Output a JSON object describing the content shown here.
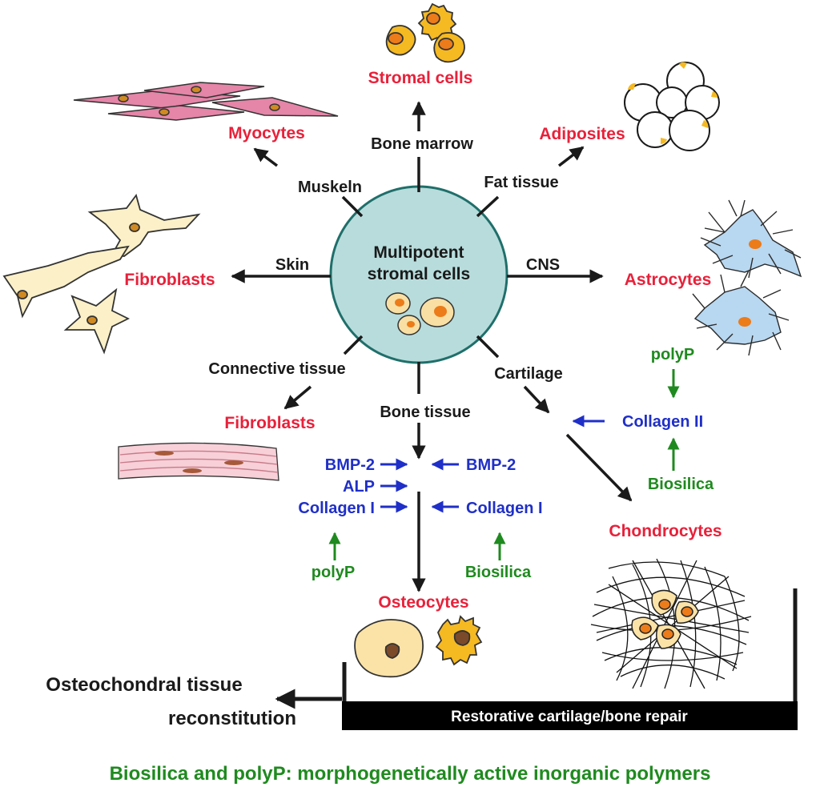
{
  "center": {
    "line1": "Multipotent",
    "line2": "stromal cells"
  },
  "tissues": {
    "bone_marrow": "Bone marrow",
    "fat_tissue": "Fat tissue",
    "muskeln": "Muskeln",
    "skin": "Skin",
    "cns": "CNS",
    "connective_tissue": "Connective tissue",
    "bone_tissue": "Bone tissue",
    "cartilage": "Cartilage"
  },
  "cells": {
    "stromal_cells": "Stromal cells",
    "adiposites": "Adiposites",
    "myocytes": "Myocytes",
    "fibroblasts_skin": "Fibroblasts",
    "astrocytes": "Astrocytes",
    "fibroblasts_connective": "Fibroblasts",
    "osteocytes": "Osteocytes",
    "chondrocytes": "Chondrocytes"
  },
  "factors": {
    "bmp2_left": "BMP-2",
    "alp": "ALP",
    "collagen1_left": "Collagen I",
    "bmp2_right": "BMP-2",
    "collagen1_right": "Collagen I",
    "collagen2": "Collagen II",
    "polyp_left": "polyP",
    "biosilica_left": "Biosilica",
    "polyp_right": "polyP",
    "biosilica_right": "Biosilica"
  },
  "repair_bar": "Restorative cartilage/bone repair",
  "outcome": {
    "line1": "Osteochondral tissue",
    "line2": "reconstitution"
  },
  "footer": "Biosilica and polyP: morphogenetically active inorganic polymers",
  "colors": {
    "cell_label": "#e8213a",
    "factor": "#1f2fc8",
    "inducer": "#1f8a1f",
    "center_fill": "#b8dcdc",
    "center_stroke": "#1f6f6a"
  }
}
